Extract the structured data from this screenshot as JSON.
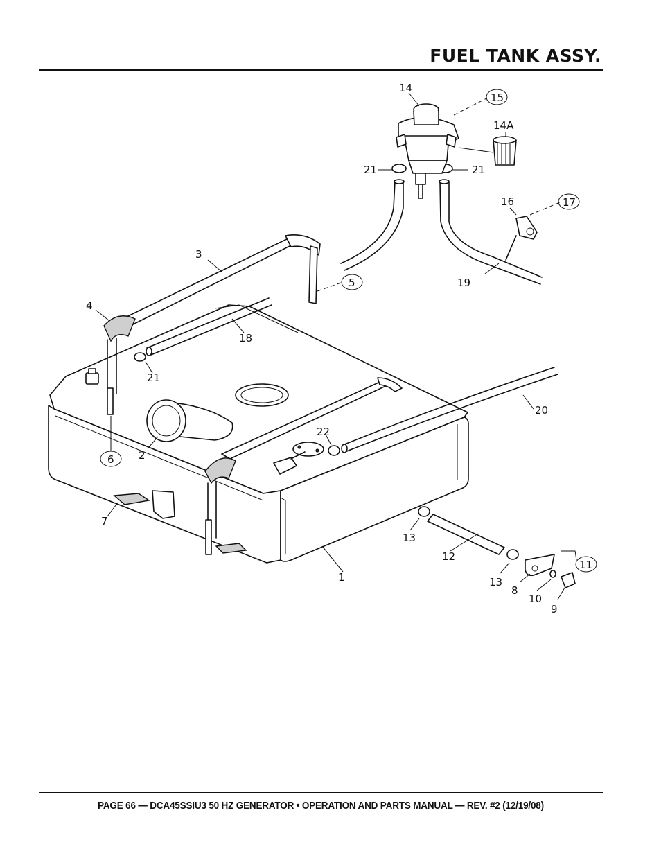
{
  "header": {
    "title": "FUEL TANK ASSY."
  },
  "footer": {
    "text": "PAGE 66 — DCA45SSIU3 50 HZ GENERATOR • OPERATION AND PARTS MANUAL — REV. #2 (12/19/08)"
  },
  "callouts": {
    "c1": "1",
    "c2": "2",
    "c3": "3",
    "c4": "4",
    "c5": "5",
    "c6": "6",
    "c7": "7",
    "c8": "8",
    "c9": "9",
    "c10": "10",
    "c11": "11",
    "c12": "12",
    "c13a": "13",
    "c13b": "13",
    "c14": "14",
    "c14a": "14A",
    "c15": "15",
    "c16": "16",
    "c17": "17",
    "c18": "18",
    "c19": "19",
    "c20": "20",
    "c21a": "21",
    "c21b": "21",
    "c21c": "21",
    "c22": "22"
  }
}
